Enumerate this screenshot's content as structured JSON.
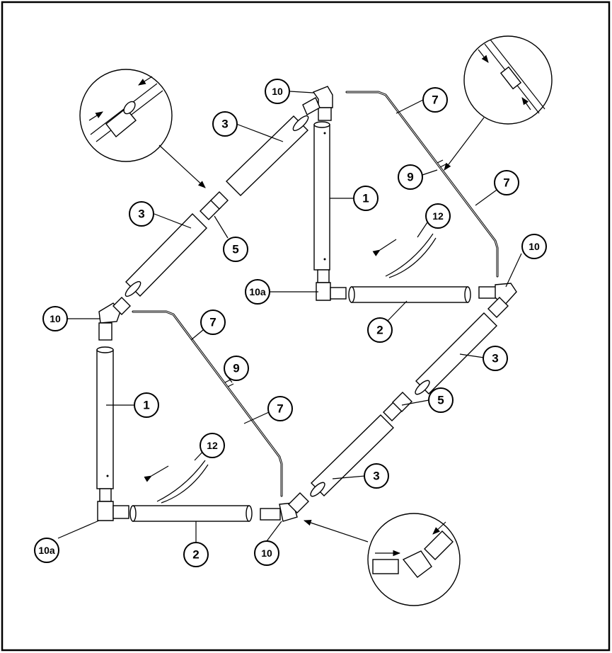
{
  "callouts": {
    "c10_top": "10",
    "c3_upper": "3",
    "c1_right": "1",
    "c3_left": "3",
    "c5_upper": "5",
    "c10a_right": "10a",
    "c2_right": "2",
    "c7_top": "7",
    "c9_upper": "9",
    "c7_upper_mid": "7",
    "c12_upper": "12",
    "c10_right": "10",
    "c3_right": "3",
    "c10_left": "10",
    "c7_left_top": "7",
    "c9_lower": "9",
    "c7_left_mid": "7",
    "c1_left": "1",
    "c5_lower": "5",
    "c12_lower": "12",
    "c3_lower": "3",
    "c10a_left": "10a",
    "c2_left": "2",
    "c10_bottom": "10"
  },
  "colors": {
    "line": "#000000",
    "background": "#ffffff"
  }
}
